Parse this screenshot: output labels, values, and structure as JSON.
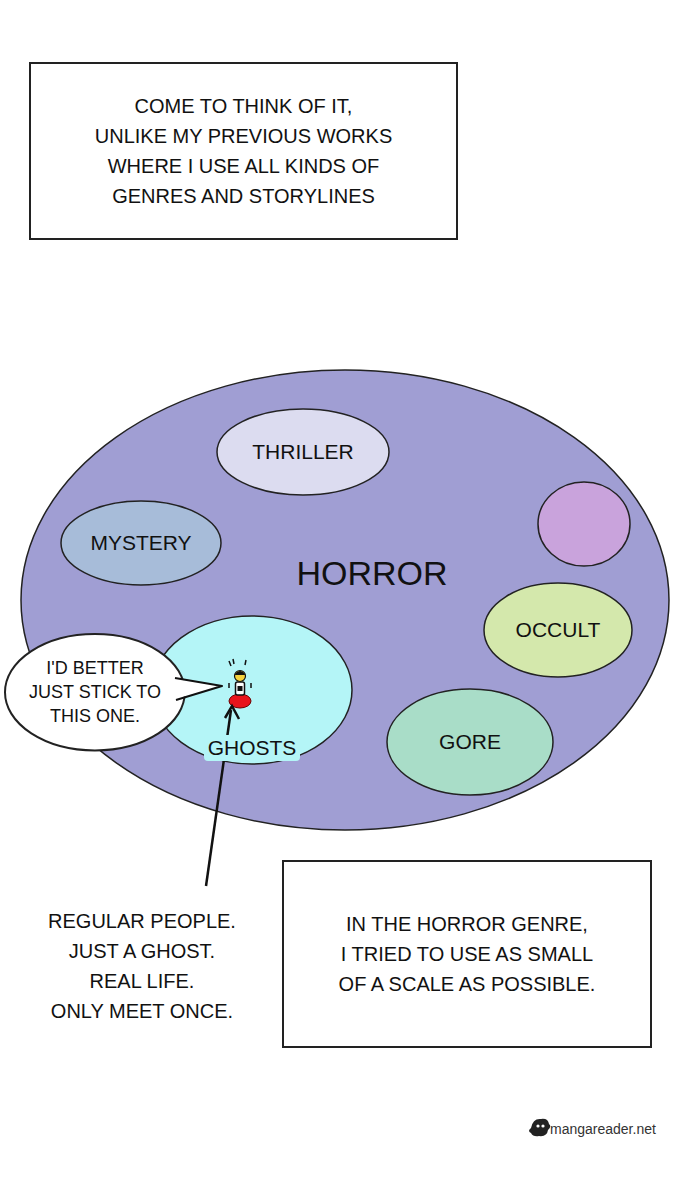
{
  "diagram": {
    "nodes": [
      {
        "text": [
          "COME TO THINK OF IT, UNLIKE MY PREVIOUS WORKS WHERE I USE ALL KINDS OF GENRES AND STORYLINES"
        ]
      },
      {
        "text": [
          "HORROR"
        ]
      },
      {
        "text": [
          "THRILLER"
        ],
        "in": 1
      },
      {
        "text": [
          "MYSTERY"
        ],
        "in": 1
      },
      {
        "text": [
          "OCCULT"
        ],
        "in": 1
      },
      {
        "text": [
          "GHOSTS"
        ],
        "in": 1
      },
      {
        "text": [
          "GORE"
        ],
        "in": 1
      },
      {
        "text": [
          "I'D BETTER JUST STICK TO THIS ONE."
        ]
      },
      {
        "text": [
          "IN THE HORROR GENRE, I TRIED TO USE AS SMALL OF A SCALE AS POSSIBLE."
        ]
      }
    ],
    "labels": [
      "REGULAR PEOPLE. JUST A GHOST. REAL LIFE. ONLY MEET ONCE.",
      "mangareader.net"
    ]
  }
}
